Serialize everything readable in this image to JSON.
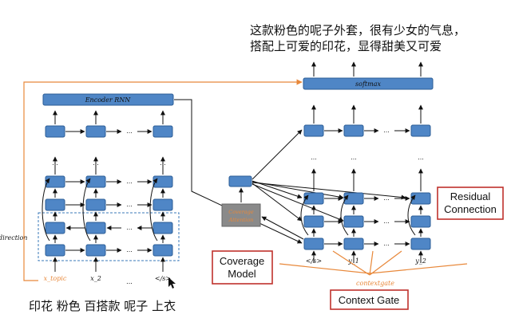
{
  "output_text": {
    "line1": "这款粉色的呢子外套，很有少女的气息，",
    "line2": "搭配上可爱的印花，显得甜美又可爱"
  },
  "input_text": "印花 粉色 百搭款 呢子 上衣",
  "encoder": {
    "title": "Encoder RNN",
    "side_label": "direction",
    "tokens": [
      "x_topic",
      "x_2",
      "...",
      "</s>"
    ]
  },
  "decoder": {
    "softmax": "softmax",
    "tokens": [
      "</s>",
      "y_1",
      "y_2"
    ]
  },
  "coverage_attention": "Coverage Attention",
  "context_gate_label": "contextgate",
  "callouts": {
    "residual": [
      "Residual",
      "Connection"
    ],
    "coverage_model": [
      "Coverage",
      "Model"
    ],
    "context_gate": "Context Gate"
  },
  "ellipsis": "...",
  "colors": {
    "box_fill": "#4f86c6",
    "box_stroke": "#2b5c95",
    "orange": "#e8883a",
    "callout_border": "#c0312c",
    "coverage_box": "#8a8a8a"
  }
}
